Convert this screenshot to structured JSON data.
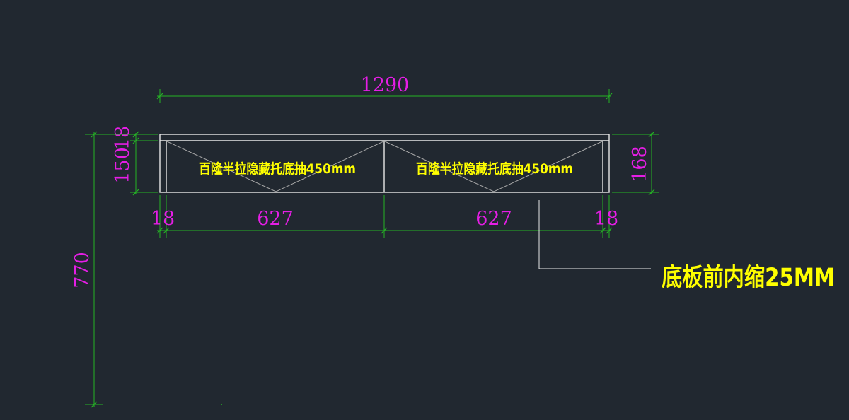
{
  "colors": {
    "background": "#212830",
    "dimension_text": "#e51ee5",
    "dimension_line": "#25b325",
    "outline": "#e8e8e8",
    "label_text": "#ffff00"
  },
  "dimensions": {
    "total_width": "1290",
    "top_thickness": "18",
    "drawer_height": "150",
    "side_height": "168",
    "total_height": "770",
    "left_panel": "18",
    "left_bay": "627",
    "right_bay": "627",
    "right_panel": "18"
  },
  "drawers": [
    {
      "label": "百隆半拉隐藏托底抽450mm"
    },
    {
      "label": "百隆半拉隐藏托底抽450mm"
    }
  ],
  "note": "底板前内缩25MM"
}
